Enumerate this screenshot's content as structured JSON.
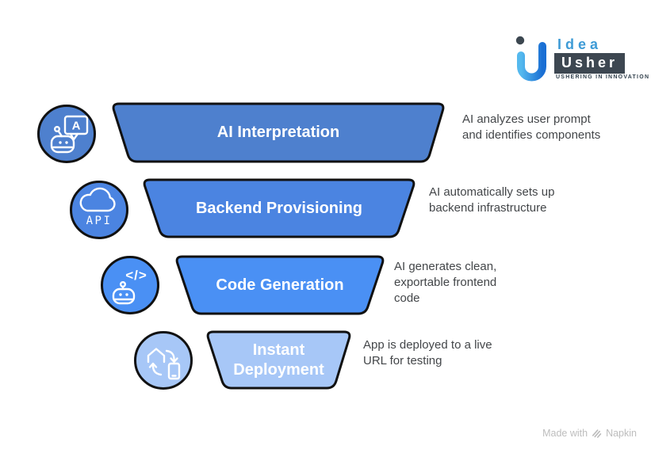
{
  "logo": {
    "brand_top": "Idea",
    "brand_bottom": "Usher",
    "tagline": "USHERING IN INNOVATION",
    "colors": {
      "mark_light": "#55b9ee",
      "mark_dark": "#1a6fd4",
      "dot": "#3c4750",
      "idea_text": "#3e9bd6",
      "usher_bg": "#3d4751",
      "usher_text": "#ffffff"
    }
  },
  "funnel": {
    "border_color": "#111111",
    "title_color": "#ffffff",
    "description_color": "#434649",
    "steps": [
      {
        "title": "AI Interpretation",
        "description": "AI analyzes user prompt and identifies components",
        "fill": "#4e80ce",
        "icon": "robot-chat-icon",
        "icon_text": "A"
      },
      {
        "title": "Backend Provisioning",
        "description": "AI automatically sets up backend infrastructure",
        "fill": "#4b84e1",
        "icon": "cloud-api-icon",
        "icon_text": "API"
      },
      {
        "title": "Code Generation",
        "description": "AI generates clean, exportable frontend code",
        "fill": "#4a90f4",
        "icon": "robot-code-icon",
        "icon_text": "</>"
      },
      {
        "title": "Instant Deployment",
        "description": "App is deployed to a live URL for testing",
        "fill": "#a7c7f7",
        "icon": "home-device-sync-icon",
        "icon_text": ""
      }
    ]
  },
  "footer": {
    "made_with": "Made with",
    "brand": "Napkin"
  }
}
